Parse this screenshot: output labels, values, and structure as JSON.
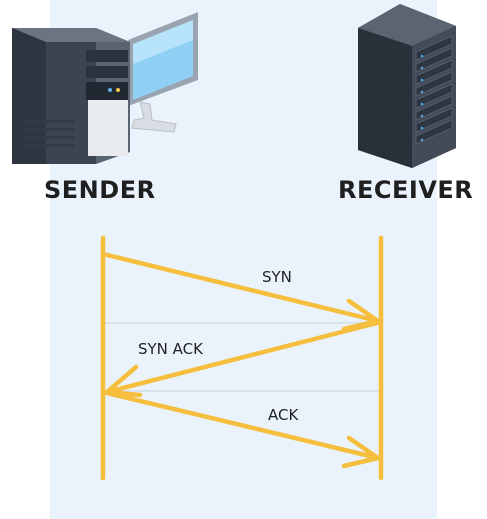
{
  "nodes": {
    "sender": {
      "label": "SENDER",
      "icon": "desktop-computer-icon"
    },
    "receiver": {
      "label": "RECEIVER",
      "icon": "server-rack-icon"
    }
  },
  "messages": [
    {
      "label": "SYN",
      "from": "sender",
      "to": "receiver"
    },
    {
      "label": "SYN ACK",
      "from": "receiver",
      "to": "sender"
    },
    {
      "label": "ACK",
      "from": "sender",
      "to": "receiver"
    }
  ],
  "colors": {
    "background_panel": "#eaf3fc",
    "lifeline": "#f5be3c",
    "divider": "#d5dde6",
    "text": "#1f1f1f"
  }
}
